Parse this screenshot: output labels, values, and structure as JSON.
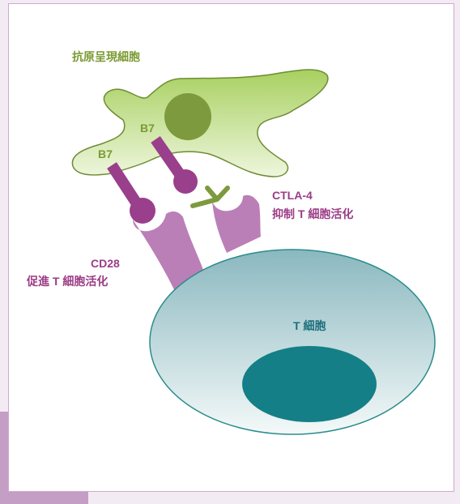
{
  "labels": {
    "apc": "抗原呈現細胞",
    "b7_upper": "B7",
    "b7_lower": "B7",
    "ctla4_name": "CTLA-4",
    "ctla4_desc": "抑制 T 細胞活化",
    "cd28_name": "CD28",
    "cd28_desc": "促進 T 細胞活化",
    "tcell": "T 細胞"
  },
  "colors": {
    "apc_fill": "#b6d77a",
    "apc_nucleus": "#7d9a3e",
    "b7": "#9a3f8c",
    "ctla4": "#7d9a3e",
    "cd28": "#bb7fb7",
    "tcell_fill": "#cde4e6",
    "tcell_nucleus": "#147f86",
    "frame_accent": "#c59ec6"
  }
}
